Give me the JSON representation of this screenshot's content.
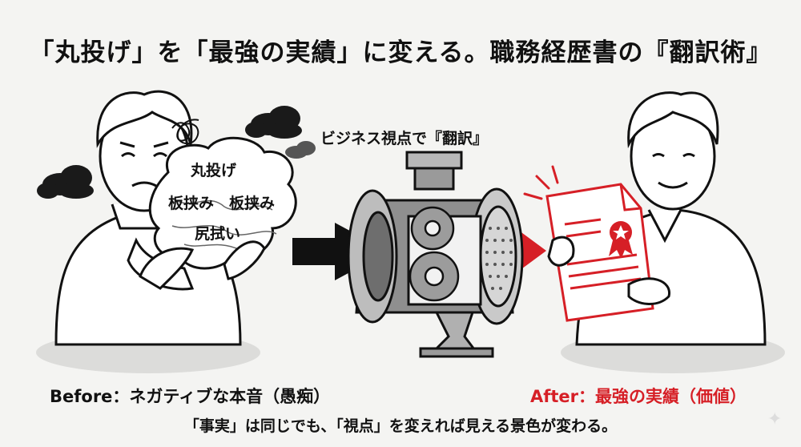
{
  "title": "「丸投げ」を「最強の実績」に変える。職務経歴書の『翻訳術』",
  "machine_label": "ビジネス視点で『翻訳』",
  "bubble_words": [
    "丸投げ",
    "板挟み",
    "板挟み",
    "尻拭い"
  ],
  "before_label": "Before：ネガティブな本音（愚痴）",
  "after_label": "After：最強の実績（価値）",
  "caption": "「事実」は同じでも、「視点」を変えれば見える景色が変わる。",
  "colors": {
    "accent": "#d61f26",
    "ink": "#111111",
    "background": "#f4f4f2"
  },
  "icons": [
    "storm-cloud-icon",
    "scribble-icon",
    "gear-icon",
    "certificate-icon",
    "ribbon-star-icon",
    "arrow-right-icon",
    "sparkle-icon"
  ]
}
